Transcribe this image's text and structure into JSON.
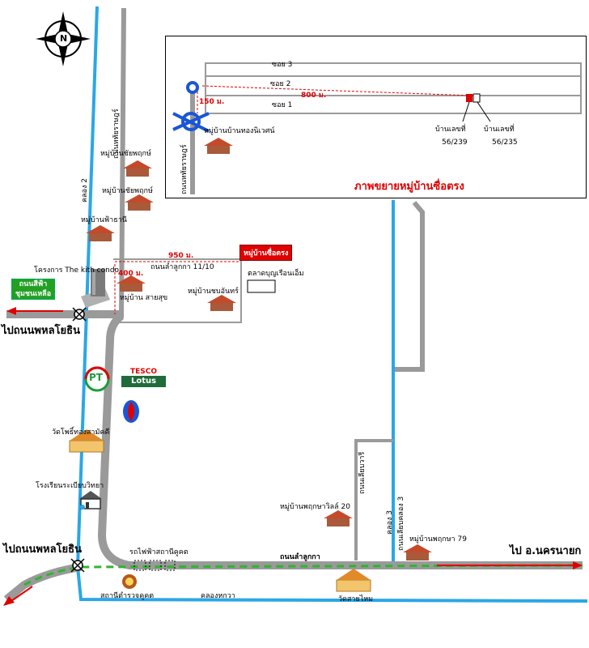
{
  "compass": {
    "letter": "N"
  },
  "inset": {
    "caption": "ภาพขยายหมู่บ้านซื่อตรง",
    "soi3": "ซอย 3",
    "soi2": "ซอย 2",
    "soi1": "ซอย 1",
    "dist_800": "800 ม.",
    "dist_150": "150 ม.",
    "village_thong": "หมู่บ้านบ้านทองนิเวศน์",
    "road_vertical": "ถนนหทัยราษฎร์",
    "house_a_label": "บ้านเลขที่",
    "house_a_no": "56/239",
    "house_b_label": "บ้านเลขที่",
    "house_b_no": "56/235"
  },
  "labels": {
    "klong2": "คลอง 2",
    "road_left_top": "ถนนหทัยราษฎร์",
    "village1": "หมู่บ้านชัยพฤกษ์",
    "village2": "หมู่บ้านชัยพฤกษ์",
    "village3": "หมู่บ้านฟ้าธานี",
    "dist_950": "950 ม.",
    "dist_400": "400 ม.",
    "soi_label": "ถนนลำลูกกา 11/10",
    "condo": "โครงการ The kith condo",
    "green_box": "ถนนสีฟ้า ชุมชนเหลือ",
    "village_sasuk": "หมู่บ้าน สายสุข",
    "village_bua": "หมู่บ้านชบอันทร์",
    "market": "ตลาดบุญเรือนเอ็ม",
    "red_badge": "หมู่บ้านซื่อตรง",
    "to_phahon_top": "ไปถนนพหลโยธิน",
    "wat_phut": "วัดโพธิ์ทองสามัคคี",
    "school": "โรงเรียนระเบียบวิทยา",
    "to_phahon_bottom": "ไปถนนพหลโยธิน",
    "rail_station": "รถไฟฟ้าสถานีคูคต",
    "road_lamlukka": "ถนนลำลูกกา",
    "to_nakhon": "ไป อ.นครนายก",
    "police": "สถานีตำรวจคูคต",
    "klong_bottom": "คลองหกวา",
    "wat_saimai": "วัดสายไหม",
    "village_phuksa20": "หมู่บ้านพฤกษาวิลล์ 20",
    "village_phuksa79": "หมู่บ้านพฤกษา 79",
    "road_sukha": "ถนนเลียบคลอง 3",
    "klong3": "คลอง 3",
    "road_soi": "ถนนเลียบวารี",
    "tesco_top": "TESCO",
    "tesco_bottom": "Lotus",
    "pt": "PT"
  }
}
